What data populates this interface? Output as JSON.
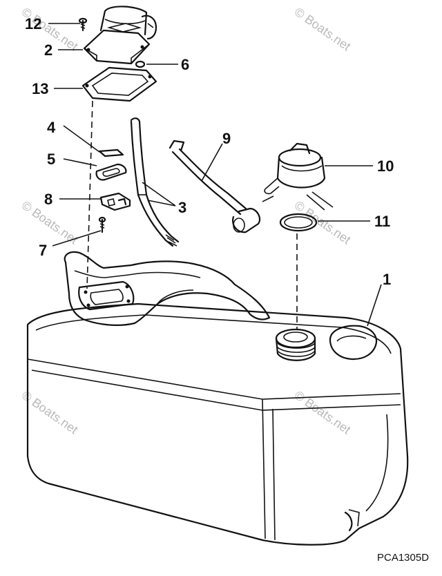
{
  "diagram": {
    "code": "PCA1305D",
    "watermark": "© Boats.net",
    "callouts": [
      "1",
      "2",
      "3",
      "4",
      "5",
      "6",
      "7",
      "8",
      "9",
      "10",
      "11",
      "12",
      "13"
    ]
  }
}
